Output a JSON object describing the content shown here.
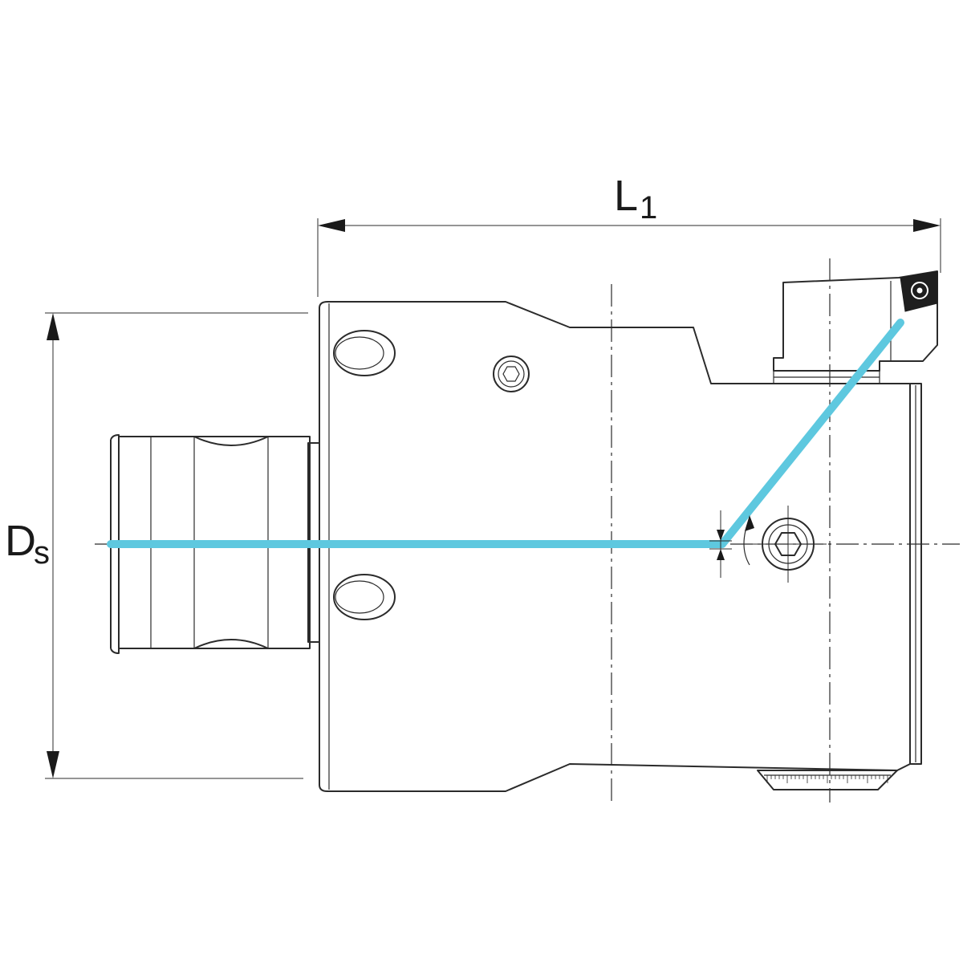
{
  "dimensions": {
    "length": {
      "main": "L",
      "sub": "1"
    },
    "diameter": {
      "main": "D",
      "sub": "s"
    }
  },
  "colors": {
    "line": "#2b2b2b",
    "highlight": "#5ec8df",
    "background": "#ffffff"
  },
  "icons": {
    "insert": "indexable-insert-icon",
    "screws": "hex-socket-screw-icon"
  }
}
